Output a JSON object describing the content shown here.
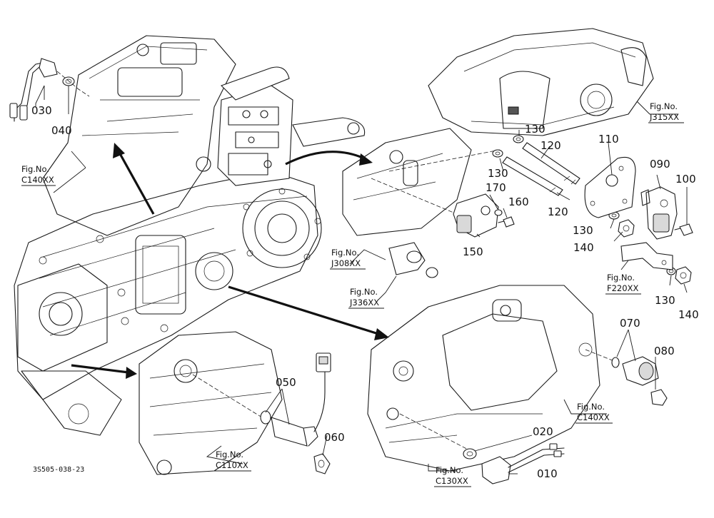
{
  "part_numbers": {
    "p010": "010",
    "p020": "020",
    "p030": "030",
    "p040": "040",
    "p050": "050",
    "p060": "060",
    "p070": "070",
    "p080": "080",
    "p090": "090",
    "p100": "100",
    "p110": "110",
    "p120": "120",
    "p130": "130",
    "p140": "140",
    "p150": "150",
    "p160": "160",
    "p170": "170"
  },
  "fig_refs": {
    "label": "Fig.No.",
    "c140": "C140XX",
    "j315": "J315XX",
    "j308": "J308XX",
    "j336": "J336XX",
    "f220": "F220XX",
    "c110": "C110XX",
    "c130": "C130XX"
  },
  "drawing_code": "3S505-038-23",
  "colors": {
    "line": "#1a1a1a",
    "background": "#ffffff"
  }
}
